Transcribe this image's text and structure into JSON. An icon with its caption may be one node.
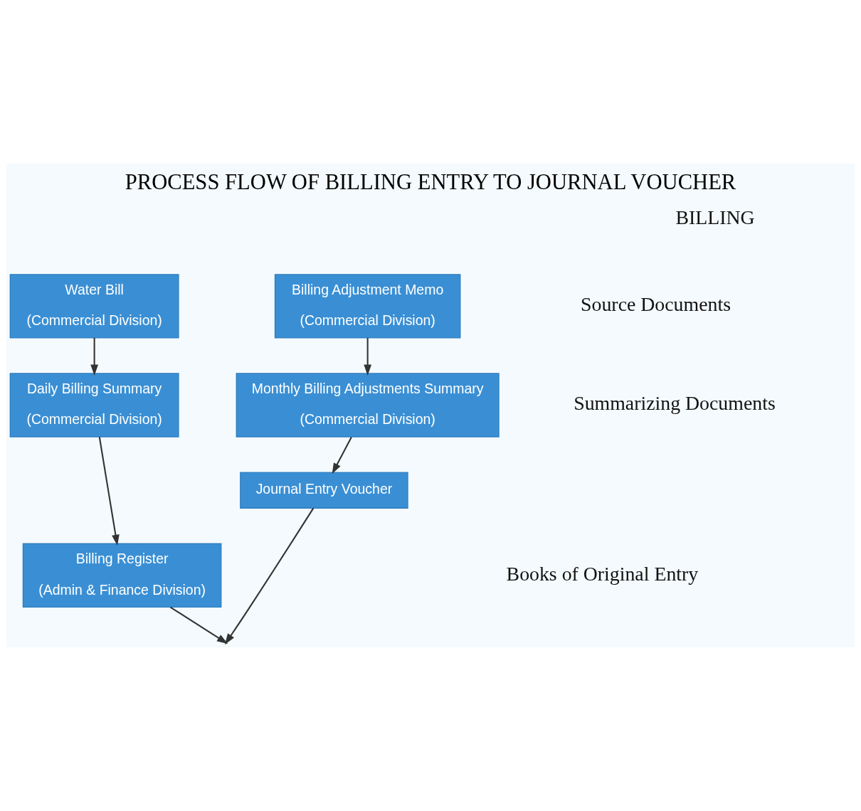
{
  "diagram": {
    "title": "PROCESS FLOW OF BILLING ENTRY TO JOURNAL VOUCHER",
    "nodes": [
      {
        "text": [
          "Water Bill",
          "(Commercial Division)"
        ]
      },
      {
        "text": [
          "Billing Adjustment Memo",
          "(Commercial Division)"
        ]
      },
      {
        "text": [
          "Daily Billing Summary",
          "(Commercial Division)"
        ]
      },
      {
        "text": [
          "Monthly Billing Adjustments Summary",
          "(Commercial Division)"
        ]
      },
      {
        "text": [
          "Journal Entry Voucher"
        ]
      },
      {
        "text": [
          "Billing Register",
          "(Admin & Finance Division)"
        ]
      }
    ],
    "edges": [
      {
        "from": 0,
        "to": 2,
        "arrow": "to"
      },
      {
        "from": 1,
        "to": 3,
        "arrow": "to"
      },
      {
        "from": 3,
        "to": 4,
        "arrow": "to"
      },
      {
        "from": 2,
        "to": 5,
        "arrow": "to"
      },
      {
        "from": 5,
        "to": null,
        "arrow": "to"
      },
      {
        "from": 4,
        "to": null,
        "arrow": "to"
      }
    ],
    "labels": [
      "BILLING",
      "Source Documents",
      "Summarizing Documents",
      "Books of Original Entry"
    ]
  }
}
